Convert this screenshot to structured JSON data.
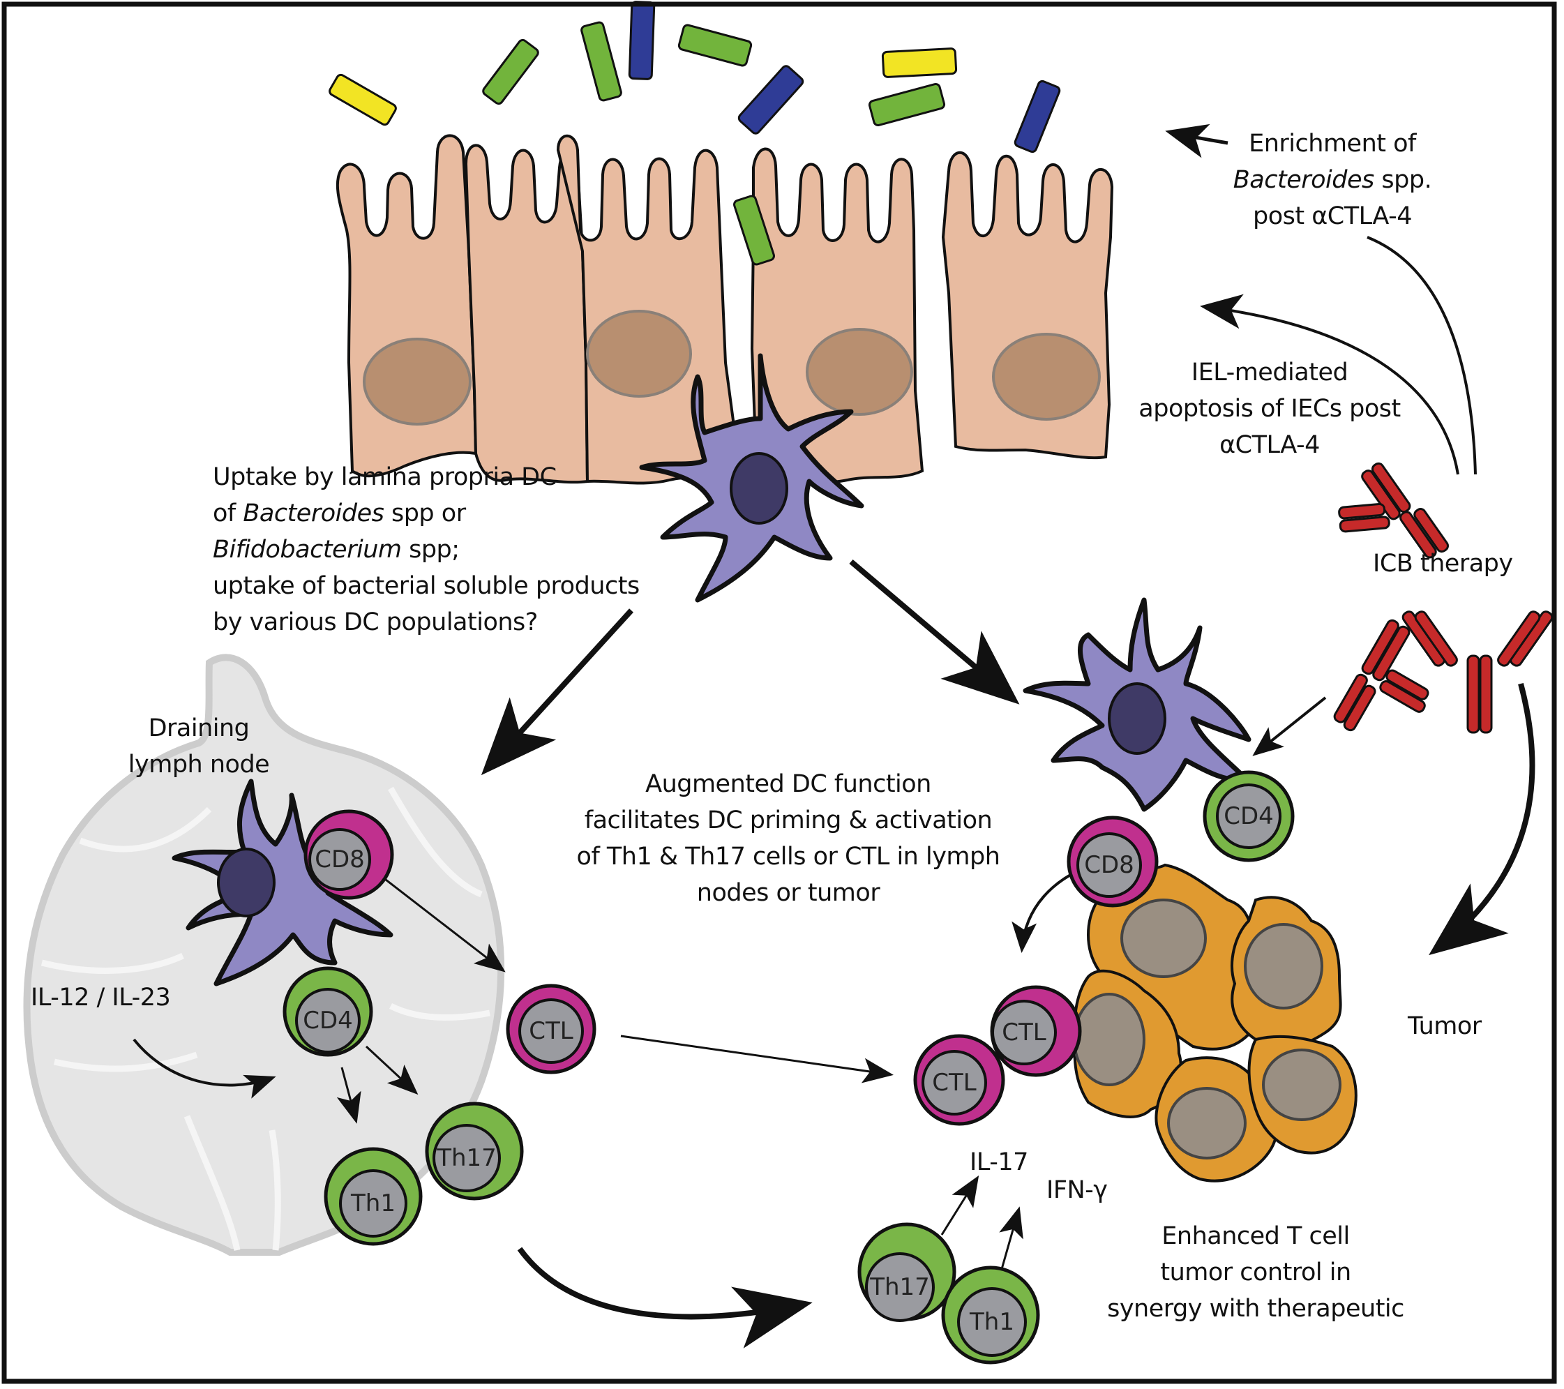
{
  "colors": {
    "epithelium": "#e8bba0",
    "epithelium_nucleus": "#b88f70",
    "dc": "#8f88c4",
    "dc_nucleus": "#3f3a66",
    "cd8_ring": "#c0308e",
    "cd4_ring": "#7ab648",
    "cell_core": "#9a9ba0",
    "tumor": "#e09a30",
    "tumor_nucleus": "#9a8f82",
    "antibody": "#c62a2a",
    "lymph_node": "#e6e6e6",
    "bacteria_yellow": "#f2e424",
    "bacteria_green": "#72b43c",
    "bacteria_blue": "#2f3c96"
  },
  "labels": {
    "enrichment": {
      "line1": "Enrichment of",
      "line2_italic": "Bacteroides",
      "line2_rest": " spp.",
      "line3": "post αCTLA-4"
    },
    "iel": {
      "line1": "IEL-mediated",
      "line2": "apoptosis of IECs post",
      "line3": "αCTLA-4"
    },
    "uptake": {
      "line1": "Uptake by lamina propria DC",
      "line2_pre": "of ",
      "line2_italic": "Bacteroides",
      "line2_rest": " spp or",
      "line3_italic": "Bifidobacterium",
      "line3_rest": " spp;",
      "line4": "uptake of bacterial soluble products",
      "line5": "by various DC populations?"
    },
    "icb": "ICB therapy",
    "lymph_node": {
      "line1": "Draining",
      "line2": "lymph node"
    },
    "augmented": {
      "line1": "Augmented DC function",
      "line2": "facilitates DC priming & activation",
      "line3": "of Th1 & Th17 cells or CTL in lymph",
      "line4": "nodes or tumor"
    },
    "il12": "IL-12 / IL-23",
    "tumor": "Tumor",
    "il17": "IL-17",
    "ifng": "IFN-γ",
    "enhanced": {
      "line1": "Enhanced T cell",
      "line2": "tumor control in",
      "line3": "synergy with therapeutic"
    }
  },
  "cells": {
    "ln_cd8": "CD8",
    "ln_cd4": "CD4",
    "ln_th1": "Th1",
    "ln_th17": "Th17",
    "mid_ctl": "CTL",
    "tumor_cd4": "CD4",
    "tumor_cd8": "CD8",
    "tumor_ctl1": "CTL",
    "tumor_ctl2": "CTL",
    "bottom_th17": "Th17",
    "bottom_th1": "Th1"
  }
}
